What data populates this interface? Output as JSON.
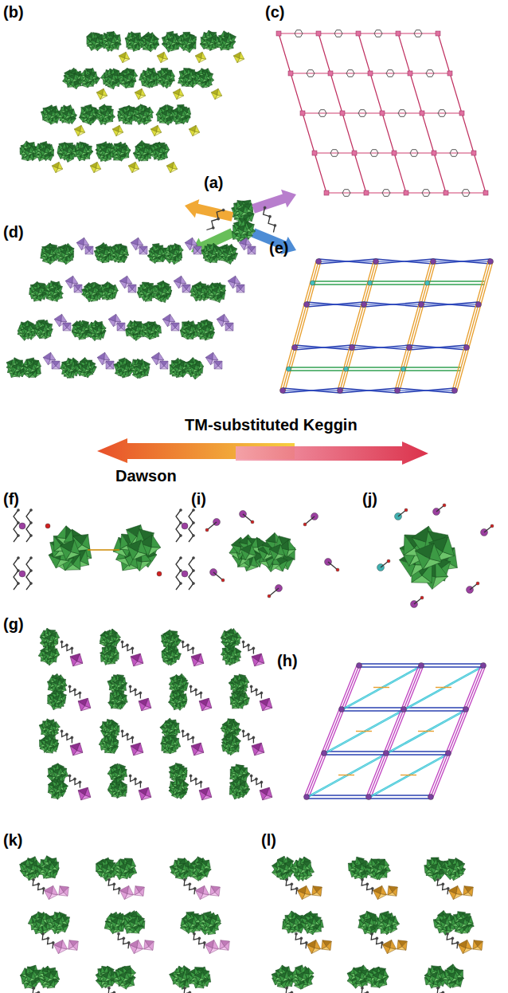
{
  "diagram": {
    "labels": [
      "(b)",
      "(c)",
      "(a)",
      "(d)",
      "(e)",
      "TM-substituted Keggin",
      "Dawson",
      "(f)",
      "(i)",
      "(j)",
      "(g)",
      "(h)",
      "(k)",
      "(l)"
    ]
  }
}
